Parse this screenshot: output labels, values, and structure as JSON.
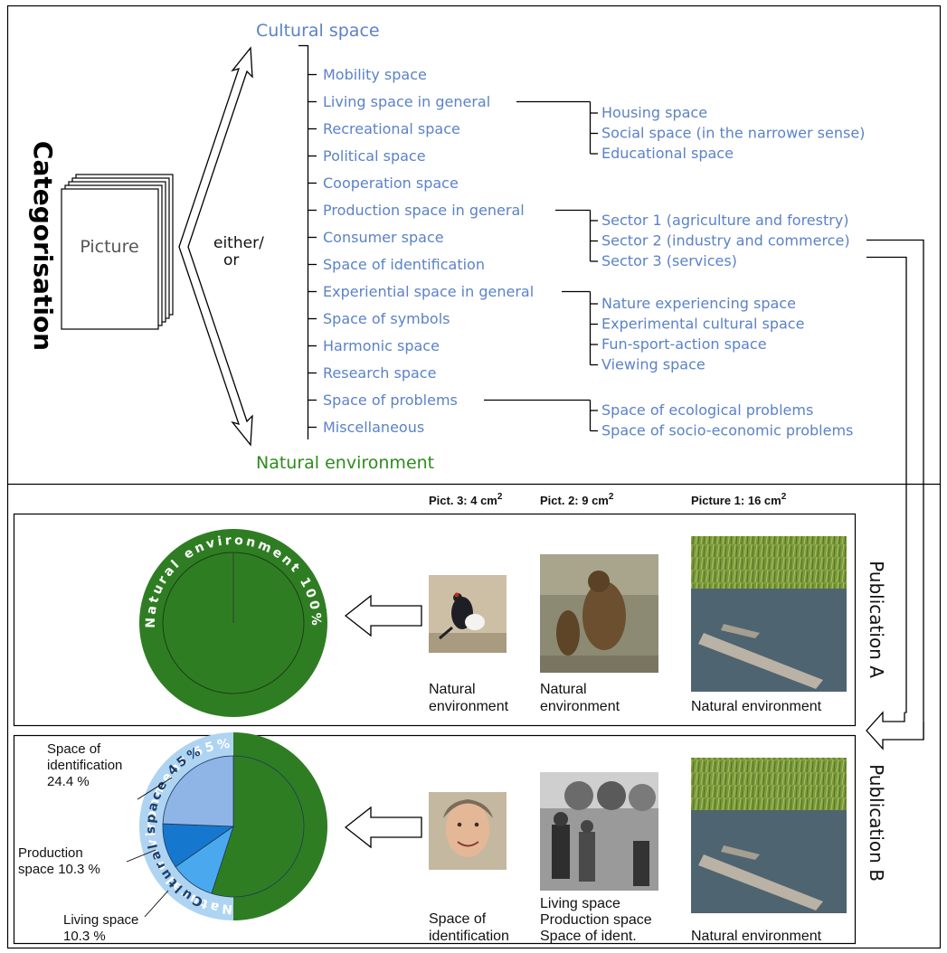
{
  "title": "Categorisation",
  "picture_label": "Picture",
  "choice_label_1": "either/",
  "choice_label_2": "or",
  "top_category": "Cultural space",
  "bottom_category": "Natural environment",
  "branches": [
    "Mobility space",
    "Living space in general",
    "Recreational space",
    "Political space",
    "Cooperation space",
    "Production space in general",
    "Consumer space",
    "Space of identification",
    "Experiential space in general",
    "Space of symbols",
    "Harmonic space",
    "Research space",
    "Space of problems",
    "Miscellaneous"
  ],
  "sub_groups": [
    {
      "parent": "Living space in general",
      "items": [
        "Housing space",
        "Social space (in the narrower sense)",
        "Educational space"
      ]
    },
    {
      "parent": "Production space in general",
      "items": [
        "Sector 1 (agriculture and forestry)",
        "Sector 2 (industry and commerce)",
        "Sector 3 (services)"
      ]
    },
    {
      "parent": "Experiential space in general",
      "items": [
        "Nature experiencing space",
        "Experimental cultural space",
        "Fun-sport-action space",
        "Viewing space"
      ]
    },
    {
      "parent": "Space of problems",
      "items": [
        "Space of ecological problems",
        "Space of socio-economic problems"
      ]
    }
  ],
  "picture_headers": {
    "pict3": {
      "text": "Pict. 3: 4 cm",
      "sup": "2"
    },
    "pict2": {
      "text": "Pict. 2: 9 cm",
      "sup": "2"
    },
    "pict1": {
      "text": "Picture 1: 16 cm",
      "sup": "2"
    }
  },
  "publication_a": {
    "label": "Publication A",
    "captions": {
      "pict3": [
        "Natural",
        "environment"
      ],
      "pict2": [
        "Natural",
        "environment"
      ],
      "pict1": [
        "Natural environment"
      ]
    },
    "ring_label": "Natural environment 100%"
  },
  "publication_b": {
    "label": "Publication B",
    "captions": {
      "pict3": [
        "Space of",
        "identification"
      ],
      "pict2": [
        "Living space",
        "Production space",
        "Space of ident."
      ],
      "pict1": [
        "Natural environment"
      ]
    },
    "ring_label_natural": "Natural environment 55%",
    "ring_label_cultural": "Cultural space 45%",
    "slice_labels": {
      "identification": [
        "Space of",
        "identification",
        "24.4 %"
      ],
      "production": [
        "Production",
        "space 10.3 %"
      ],
      "living": [
        "Living space",
        "10.3 %"
      ]
    }
  },
  "chart_data": [
    {
      "type": "pie",
      "title": "",
      "slices": [
        {
          "label": "Natural environment",
          "value": 100
        }
      ]
    },
    {
      "type": "pie",
      "title": "",
      "slices": [
        {
          "label": "Natural environment",
          "value": 55
        },
        {
          "label": "Space of identification",
          "value": 24.4
        },
        {
          "label": "Production space",
          "value": 10.3
        },
        {
          "label": "Living space",
          "value": 10.3
        }
      ]
    }
  ],
  "colors": {
    "blue_text": "#5b82c8",
    "green": "#2f7d23",
    "green_text": "#2e8b1e",
    "light_blue": "#aed4f2",
    "slice_identification": "#8fb4e6",
    "slice_production": "#1677cf",
    "slice_living": "#4aa9ee"
  }
}
